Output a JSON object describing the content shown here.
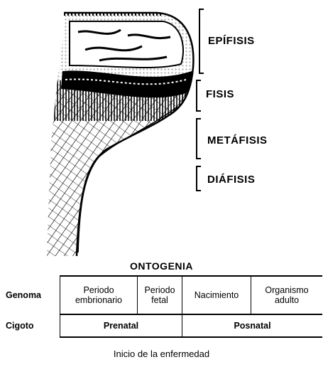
{
  "labels": {
    "epifisis": "EPÍFISIS",
    "fisis": "FISIS",
    "metafisis": "METÁFISIS",
    "diafisis": "DIÁFISIS"
  },
  "table": {
    "title": "ONTOGENIA",
    "row1_head": "Genoma",
    "periods": [
      "Periodo embrionario",
      "Periodo fetal",
      "Nacimiento",
      "Organismo adulto"
    ],
    "row2_head": "Cigoto",
    "phases": [
      "Prenatal",
      "Posnatal"
    ]
  },
  "footer": "Inicio de la enfermedad"
}
